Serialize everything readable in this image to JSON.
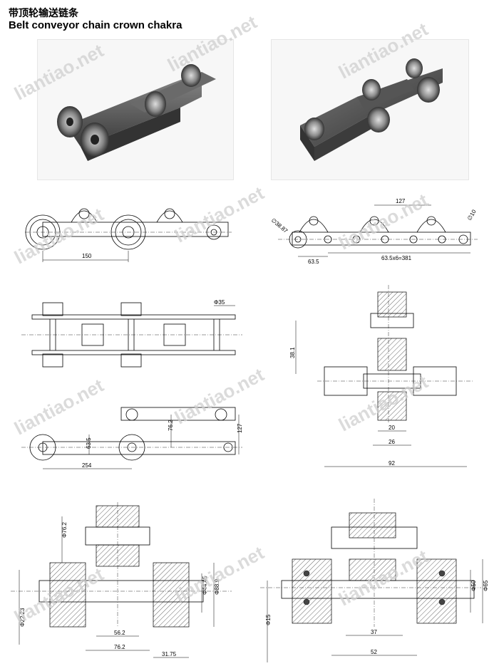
{
  "header": {
    "title_cn": "带顶轮输送链条",
    "title_en": "Belt conveyor chain crown chakra"
  },
  "watermark": "liantiao.net",
  "dims": {
    "front_pitch": "150",
    "side_127": "127",
    "side_d": "∅38.87",
    "side_635": "63.5",
    "side_total": "63.5x6=381",
    "side_phi10": "∅10",
    "top_phi35": "Φ35",
    "sec_381": "38.1",
    "sec_20": "20",
    "sec_26": "26",
    "sec_92": "92",
    "low_635": "63.5",
    "low_762": "76.2",
    "low_127": "127",
    "low_254": "254",
    "bl_phi762": "Φ76.2",
    "bl_phi4445": "Φ44.45",
    "bl_phi889": "Φ88.9",
    "bl_phi2223": "Φ22.23",
    "bl_562": "56.2",
    "bl_762": "76.2",
    "bl_3175": "31.75",
    "br_phi50": "Φ50",
    "br_phi65": "Φ65",
    "br_phi15": "Φ15",
    "br_37": "37",
    "br_52": "52"
  },
  "colors": {
    "steel": "#5a5a5a",
    "photo_bg": "#f7f7f7",
    "watermark": "#d0d0d0"
  }
}
